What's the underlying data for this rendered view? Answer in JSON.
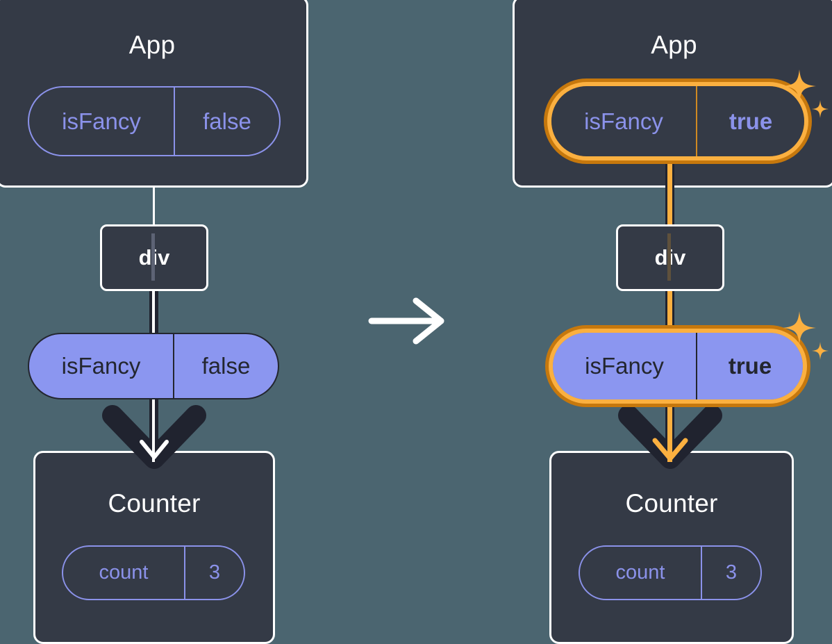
{
  "diagram": {
    "title": "React state lifting diagram: isFancy false to true",
    "transition_icon": "right-arrow-icon",
    "sparkle_icon": "sparkle-icon",
    "colors": {
      "background": "#4b6570",
      "box_fill": "#343a46",
      "box_border": "#ffffff",
      "pill_fill": "#8b96f0",
      "pill_outline": "#8b92ea",
      "pill_text_dark": "#23262f",
      "highlight_ring_outer": "#c6780d",
      "highlight_ring_inner": "#fbb040",
      "connector_dark": "#20232f",
      "connector_white": "#ffffff",
      "connector_orange": "#fbb040"
    }
  },
  "before": {
    "app": {
      "title": "App",
      "state": {
        "key": "isFancy",
        "value": "false",
        "highlighted": false,
        "value_bold": false
      }
    },
    "div": {
      "label": "div"
    },
    "prop": {
      "key": "isFancy",
      "value": "false",
      "highlighted": false,
      "value_bold": false
    },
    "counter": {
      "title": "Counter",
      "state": {
        "key": "count",
        "value": "3",
        "highlighted": false
      }
    }
  },
  "after": {
    "app": {
      "title": "App",
      "state": {
        "key": "isFancy",
        "value": "true",
        "highlighted": true,
        "value_bold": true
      }
    },
    "div": {
      "label": "div"
    },
    "prop": {
      "key": "isFancy",
      "value": "true",
      "highlighted": true,
      "value_bold": true
    },
    "counter": {
      "title": "Counter",
      "state": {
        "key": "count",
        "value": "3",
        "highlighted": false
      }
    }
  }
}
